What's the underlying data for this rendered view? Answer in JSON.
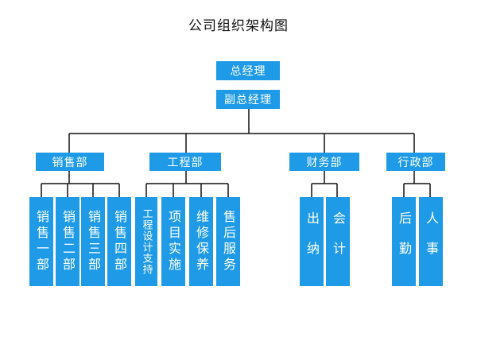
{
  "title": "公司组织架构图",
  "top": {
    "gm": "总经理",
    "deputy": "副总经理"
  },
  "departments": [
    {
      "name": "销售部",
      "units": [
        "销售一部",
        "销售二部",
        "销售三部",
        "销售四部"
      ]
    },
    {
      "name": "工程部",
      "units": [
        "工程设计支持",
        "项目实施",
        "维修保养",
        "售后服务"
      ]
    },
    {
      "name": "财务部",
      "units": [
        "出纳",
        "会计"
      ]
    },
    {
      "name": "行政部",
      "units": [
        "后勤",
        "人事"
      ]
    }
  ],
  "colors": {
    "box": "#1e9ae6",
    "line": "#111111"
  }
}
